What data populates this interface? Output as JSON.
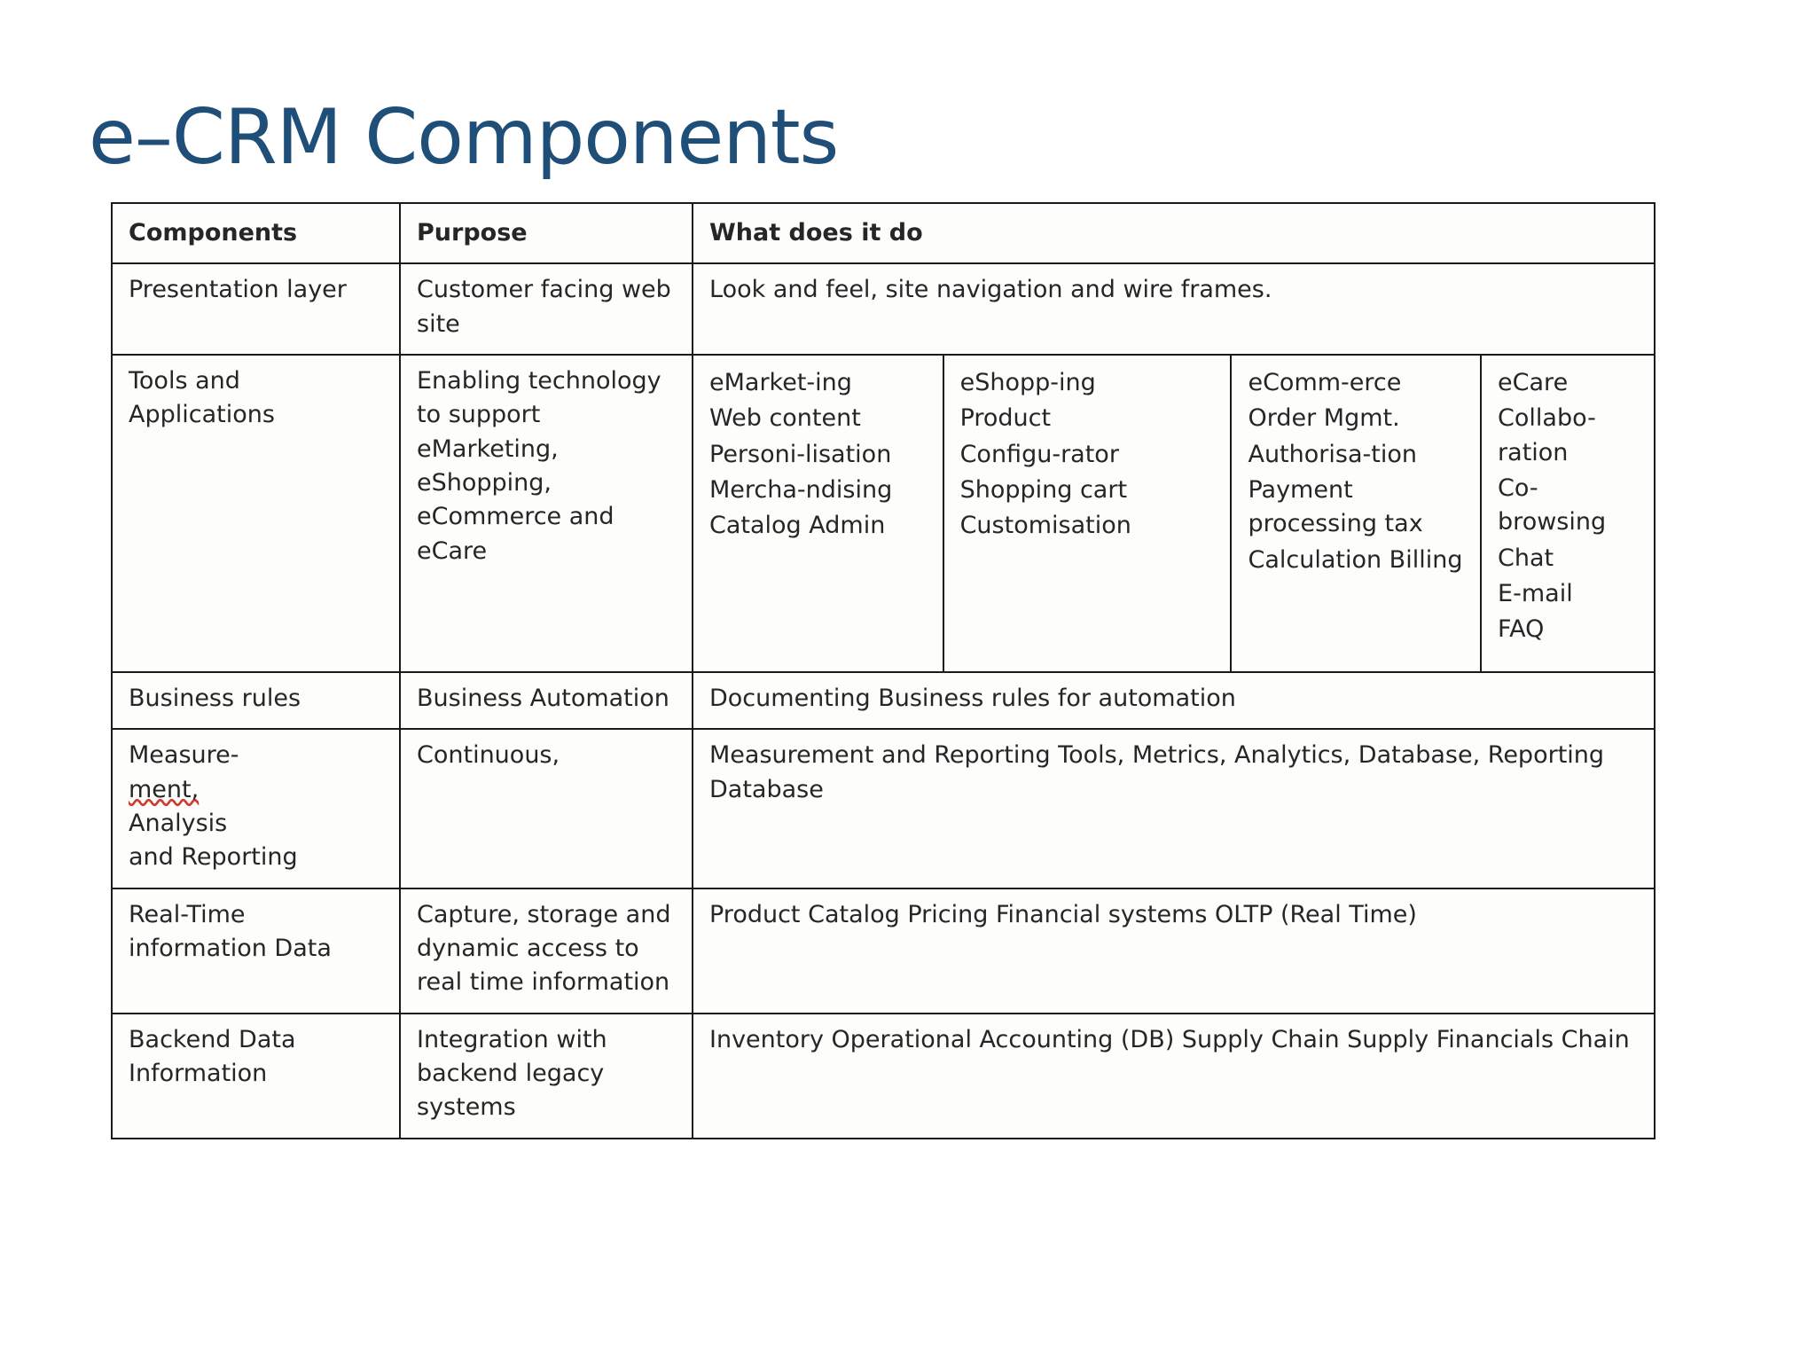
{
  "slide": {
    "title": "e–CRM Components"
  },
  "table": {
    "headers": {
      "components": "Components",
      "purpose": "Purpose",
      "what": "What does it do"
    },
    "rows": [
      {
        "component": "Presentation layer",
        "purpose": "Customer facing web site",
        "what": "Look and feel, site navigation and wire frames."
      },
      {
        "component": "Tools and Applications",
        "purpose": "Enabling technology to support eMarketing, eShopping, eCommerce and eCare",
        "subcolumns": [
          {
            "title": "eMarket-ing",
            "items": [
              "Web content",
              "Personi-lisation",
              "Mercha-ndising",
              "Catalog Admin"
            ]
          },
          {
            "title": "eShopp-ing",
            "items": [
              "Product",
              "Configu-rator",
              "Shopping cart",
              "Customisation"
            ]
          },
          {
            "title": "eComm-erce",
            "items": [
              "Order Mgmt.",
              "Authorisa-tion",
              "Payment processing tax",
              "Calculation Billing"
            ]
          },
          {
            "title": "eCare",
            "items": [
              "Collabo-ration",
              "Co-browsing",
              "Chat",
              "E-mail",
              "FAQ"
            ]
          }
        ]
      },
      {
        "component": "Business rules",
        "purpose": "Business Automation",
        "what": "Documenting Business rules for automation"
      },
      {
        "component_parts": {
          "line1": "Measure-",
          "misspelled": "ment,",
          "line2_rest": " Analysis",
          "line3": "and Reporting"
        },
        "purpose": "Continuous,",
        "what": "Measurement and Reporting Tools, Metrics, Analytics, Database, Reporting Database"
      },
      {
        "component": "Real-Time information Data",
        "purpose": "Capture, storage and dynamic access to real time information",
        "what": "Product Catalog  Pricing  Financial systems  OLTP (Real Time)"
      },
      {
        "component": "Backend  Data Information",
        "purpose": "Integration with  backend legacy systems",
        "what": "Inventory Operational Accounting (DB) Supply Chain Supply Financials Chain"
      }
    ]
  },
  "colors": {
    "title": "#1f4e79",
    "border": "#1a1a1a",
    "text": "#262626",
    "spell_error": "#d23a2e"
  }
}
